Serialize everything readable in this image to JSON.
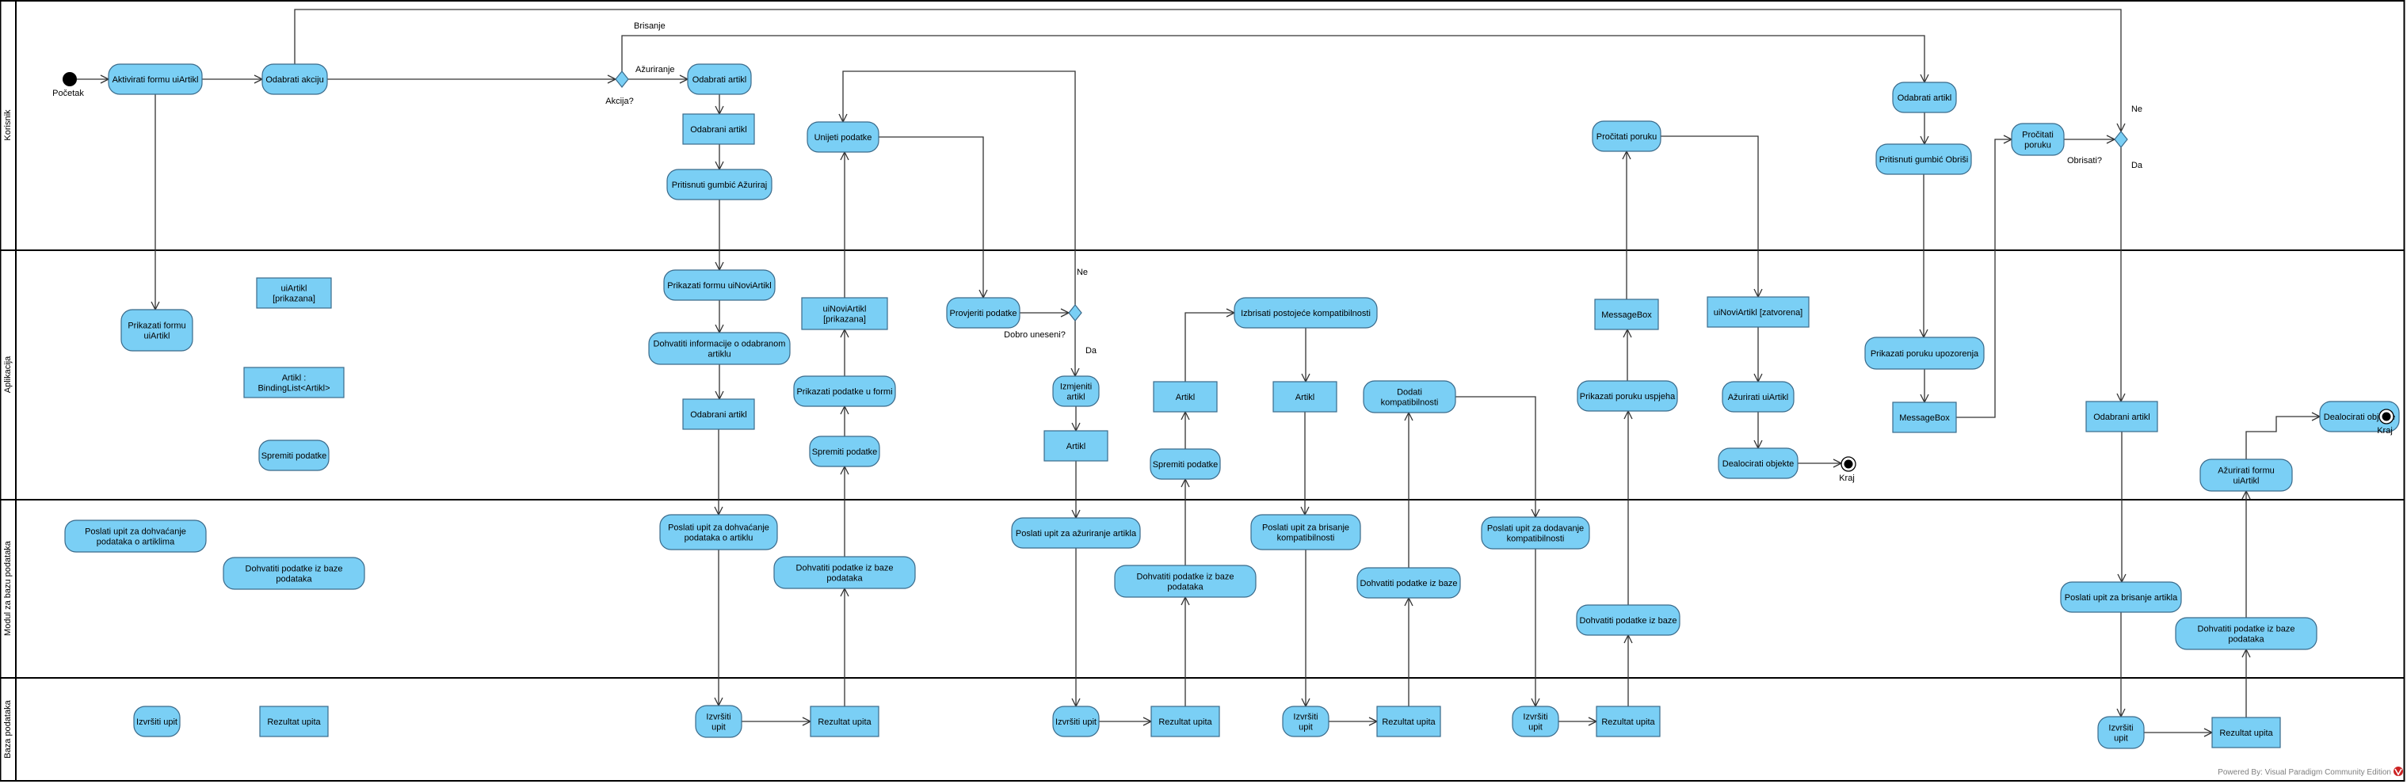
{
  "colors": {
    "node_fill": "#7ACFF5",
    "node_stroke": "#3A6A8A",
    "line": "#333333",
    "lane_border": "#000000",
    "footer_icon": "#CC2222"
  },
  "swimlanes": [
    "Korisnik",
    "Aplikacija",
    "Modul za bazu podataka",
    "Baza podataka"
  ],
  "nodes": {
    "aktivirati_formu": "Aktivirati formu uiArtikl",
    "odabrati_akciju": "Odabrati akciju",
    "odabrati_artikl_1": "Odabrati artikl",
    "odabrani_artikl_obj_1": "Odabrani artikl",
    "pritisnuti_azuriraj": "Pritisnuti gumbić Ažuriraj",
    "unijeti_podatke": "Unijeti podatke",
    "procitati_poruku_1": "Pročitati poruku",
    "odabrati_artikl_2": "Odabrati artikl",
    "pritisnuti_obrisi": "Pritisnuti gumbić Obriši",
    "procitati_poruku_2": "Pročitati poruku",
    "prikazati_formu_uiartikl": "Prikazati formu uiArtikl",
    "uiartikl_prikazana": "uiArtikl [prikazana]",
    "artikl_bindinglist": "Artikl : BindingList<Artikl>",
    "spremiti_podatke_1": "Spremiti podatke",
    "prikazati_formu_uinoviartikl": "Prikazati formu uiNoviArtikl",
    "dohvatiti_informacije": "Dohvatiti informacije o odabranom artiklu",
    "odabrani_artikl_obj_2": "Odabrani artikl",
    "uinoviartikl_prikazana": "uiNoviArtikl [prikazana]",
    "prikazati_podatke_u_formi": "Prikazati podatke u formi",
    "spremiti_podatke_2": "Spremiti podatke",
    "provjeriti_podatke": "Provjeriti podatke",
    "izmjeniti_artikl": "Izmjeniti artikl",
    "artikl_obj_1": "Artikl",
    "artikl_obj_2": "Artikl",
    "spremiti_podatke_3": "Spremiti podatke",
    "izbrisati_kompatibilnosti": "Izbrisati postojeće kompatibilnosti",
    "artikl_obj_3": "Artikl",
    "dodati_kompatibilnosti": "Dodati kompatibilnosti",
    "messagebox_1": "MessageBox",
    "prikazati_poruku_uspjeha": "Prikazati poruku uspjeha",
    "uinoviartikl_zatvorena": "uiNoviArtikl [zatvorena]",
    "azurirati_uiartikl": "Ažurirati uiArtikl",
    "dealocirati_objekte_1": "Dealocirati objekte",
    "prikazati_poruku_upozorenja": "Prikazati poruku upozorenja",
    "messagebox_2": "MessageBox",
    "odabrani_artikl_obj_3": "Odabrani artikl",
    "azurirati_formu_uiartikl": "Ažurirati formu uiArtikl",
    "dealocirati_objekte_2": "Dealocirati objekte",
    "poslati_upit_dohvacanje_1": "Poslati upit za dohvaćanje podataka o artiklima",
    "dohvatiti_podatke_iz_baze_1": "Dohvatiti podatke iz baze podataka",
    "poslati_upit_dohvacanje_2": "Poslati upit za dohvaćanje podataka o artiklu",
    "dohvatiti_podatke_iz_baze_2": "Dohvatiti podatke iz baze podataka",
    "poslati_upit_azuriranje": "Poslati upit za ažuriranje artikla",
    "dohvatiti_podatke_iz_baze_3": "Dohvatiti podatke iz baze podataka",
    "poslati_upit_brisanje_kompat": "Poslati upit za brisanje kompatibilnosti",
    "dohvatiti_podatke_iz_baze_4": "Dohvatiti podatke iz baze",
    "poslati_upit_dodavanje_kompat": "Poslati upit za dodavanje kompatibilnosti",
    "dohvatiti_podatke_iz_baze_5": "Dohvatiti podatke iz baze",
    "poslati_upit_brisanje_artikla": "Poslati upit za brisanje artikla",
    "dohvatiti_podatke_iz_baze_6": "Dohvatiti podatke iz baze podataka",
    "izvrsiti_upit_1": "Izvršiti upit",
    "rezultat_upita_1": "Rezultat upita",
    "izvrsiti_upit_2": "Izvršiti upit",
    "rezultat_upita_2": "Rezultat upita",
    "izvrsiti_upit_3": "Izvršiti upit",
    "rezultat_upita_3": "Rezultat upita",
    "izvrsiti_upit_4": "Izvršiti upit",
    "rezultat_upita_4": "Rezultat upita",
    "izvrsiti_upit_5": "Izvršiti upit",
    "rezultat_upita_5": "Rezultat upita",
    "izvrsiti_upit_6": "Izvršiti upit",
    "rezultat_upita_6": "Rezultat upita"
  },
  "labels": {
    "pocetak": "Početak",
    "kraj_1": "Kraj",
    "kraj_2": "Kraj",
    "brisanje": "Brisanje",
    "azuriranje": "Ažuriranje",
    "akcija": "Akcija?",
    "ne_1": "Ne",
    "da_1": "Da",
    "dobro_uneseni": "Dobro uneseni?",
    "ne_2": "Ne",
    "da_2": "Da",
    "obrisati": "Obrisati?"
  },
  "footer": "Powered By: Visual Paradigm Community Edition"
}
